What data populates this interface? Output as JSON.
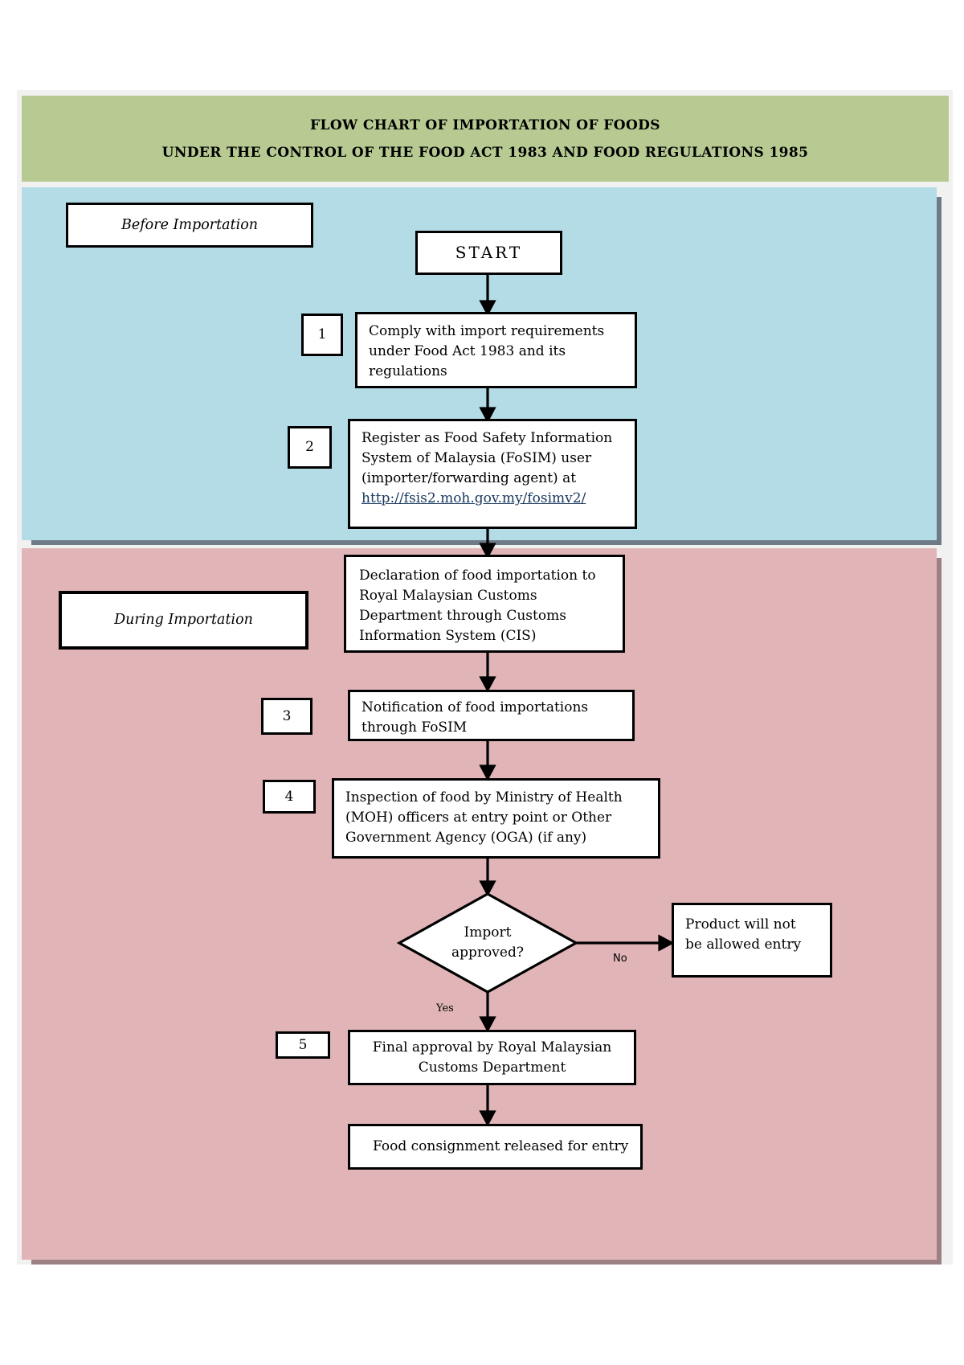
{
  "header": {
    "line1": "FLOW CHART OF IMPORTATION OF FOODS",
    "line2": "UNDER THE CONTROL OF THE FOOD ACT 1983 AND FOOD REGULATIONS 1985"
  },
  "sections": {
    "before_label": "Before Importation",
    "during_label": "During Importation"
  },
  "nodes": {
    "start": "START",
    "step1": {
      "num": "1",
      "text": "Comply with import requirements\nunder Food Act 1983 and its\nregulations"
    },
    "step2": {
      "num": "2",
      "text": "Register as Food Safety Information\nSystem of Malaysia (FoSIM) user\n(importer/forwarding agent) at",
      "link": "http://fsis2.moh.gov.my/fosimv2/"
    },
    "declaration": {
      "text": "Declaration of food importation to\nRoyal Malaysian Customs\nDepartment through Customs\nInformation System (CIS)"
    },
    "step3": {
      "num": "3",
      "text": "Notification of food importations\nthrough FoSIM"
    },
    "step4": {
      "num": "4",
      "text": "Inspection of food by Ministry of Health\n(MOH) officers at entry point or Other\nGovernment Agency (OGA) (if any)"
    },
    "decision": {
      "text": "Import\napproved?"
    },
    "reject": {
      "text": "Product will not\nbe allowed entry"
    },
    "step5": {
      "num": "5",
      "text": "Final approval by Royal Malaysian\nCustoms Department"
    },
    "release": {
      "text": "Food consignment released for entry"
    }
  },
  "edge_labels": {
    "yes": "Yes",
    "no": "No"
  },
  "colors": {
    "header_band": "#b6ca92",
    "before_band": "#b4dce6",
    "during_band": "#e1b5b8",
    "blue_shadow": "#6d7a87",
    "pink_shadow": "#9b8084",
    "link": "#17365d"
  }
}
